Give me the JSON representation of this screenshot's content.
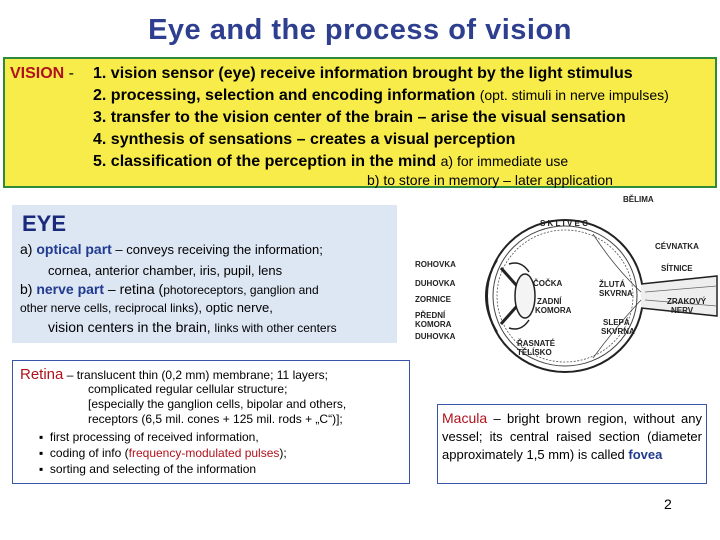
{
  "title": "Eye and the process of vision",
  "vision": {
    "label": "VISION",
    "dash": " - ",
    "items": [
      {
        "main": "1. vision sensor (eye) receive information brought by the light stimulus",
        "note": ""
      },
      {
        "main": "2. processing, selection and encoding information ",
        "note": "(opt. stimuli in nerve impulses)"
      },
      {
        "main": "3. transfer to the vision center of the brain – arise the visual sensation",
        "note": ""
      },
      {
        "main": "4. synthesis of sensations – creates a visual perception",
        "note": ""
      },
      {
        "main": "5. classification of the perception in the mind ",
        "note": "a) for immediate use"
      }
    ],
    "subitem": "b) to store in memory – later application"
  },
  "eye": {
    "heading": "EYE",
    "optical_prefix": "a) ",
    "optical_label": "optical part",
    "optical_desc": " – conveys receiving the information;",
    "optical_list": "cornea, anterior chamber, iris, pupil, lens",
    "nerve_prefix": "b) ",
    "nerve_label": "nerve part",
    "nerve_desc_a": " – retina (",
    "nerve_desc_b": "photoreceptors, ganglion and",
    "nerve_line2_a": "other nerve cells, reciprocal links",
    "nerve_line2_b": "), optic nerve,",
    "nerve_line3_a": "vision centers in the brain, ",
    "nerve_line3_b": "links with other centers"
  },
  "retina": {
    "label": "Retina",
    "line1": " – translucent thin (0,2 mm) membrane; 11 layers;",
    "line2": "complicated regular cellular structure;",
    "line3": "[especially the ganglion cells, bipolar and others,",
    "line4": "receptors (6,5 mil. cones + 125 mil. rods + „C“)];",
    "bullets": [
      {
        "pre": "first processing of received information,",
        "hl": "",
        "post": ""
      },
      {
        "pre": "coding of info (",
        "hl": "frequency-modulated pulses",
        "post": ");"
      },
      {
        "pre": "sorting and selecting of the information",
        "hl": "",
        "post": ""
      }
    ]
  },
  "macula": {
    "label": "Macula",
    "text": " – bright brown region, without any vessel; its central raised section (diameter approximately 1,5 mm) is called ",
    "fovea": "fovea"
  },
  "diagram_labels": {
    "sklivec": "S K L I V E C",
    "belima": "BĚLIMA",
    "rohovka": "ROHOVKA",
    "duhovka": "DUHOVKA",
    "zornice": "ZORNICE",
    "predni_komora": "PŘEDNÍ",
    "predni_komora2": "KOMORA",
    "zadni_komora": "ZADNÍ",
    "zadni_komora2": "KOMORA",
    "duhovka2": "DUHOVKA",
    "cocka": "ČOČKA",
    "cevnatka": "CÉVNATKA",
    "sitnice": "SÍTNICE",
    "zluta_skvrna": "ŽLUTÁ",
    "zluta_skvrna2": "SKVRNA",
    "zrakovy_nerv": "ZRAKOVÝ",
    "zrakovy_nerv2": "NERV",
    "slepa_skvrna": "SLEPÁ",
    "slepa_skvrna2": "SKVRNA",
    "rasnate_telisko": "ŘASNATÉ",
    "rasnate_telisko2": "TĚLÍSKO"
  },
  "slide_number": "2"
}
